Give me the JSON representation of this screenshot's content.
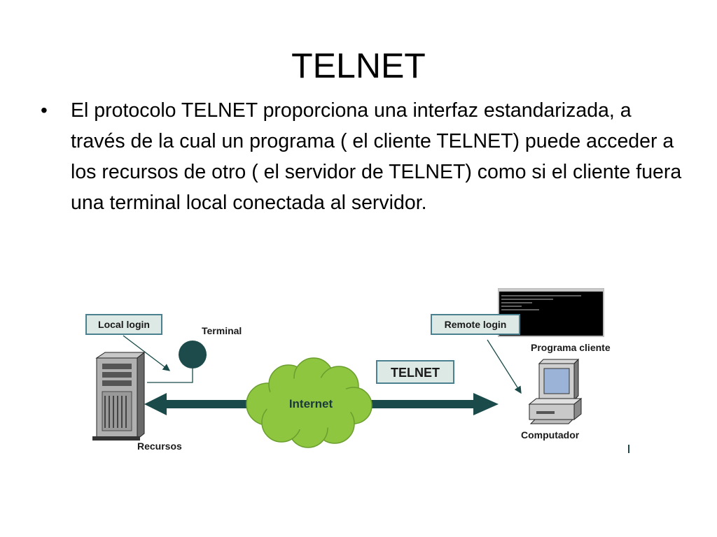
{
  "slide": {
    "title": "TELNET",
    "bullet": "El protocolo TELNET proporciona una interfaz estandarizada, a través de la cual un programa ( el cliente TELNET) puede acceder a los recursos de otro ( el servidor de TELNET) como si el cliente fuera una terminal local conectada al servidor."
  },
  "diagram": {
    "local_login": "Local login",
    "terminal": "Terminal",
    "recursos": "Recursos",
    "internet": "Internet",
    "telnet": "TELNET",
    "remote_login": "Remote login",
    "programa_cliente": "Programa cliente",
    "computador": "Computador"
  },
  "colors": {
    "label_box_fill": "#dde9e4",
    "label_box_border": "#4a8090",
    "arrow": "#1a4a4a",
    "cloud": "#8ec63f",
    "terminal_node": "#1d4a4a"
  }
}
